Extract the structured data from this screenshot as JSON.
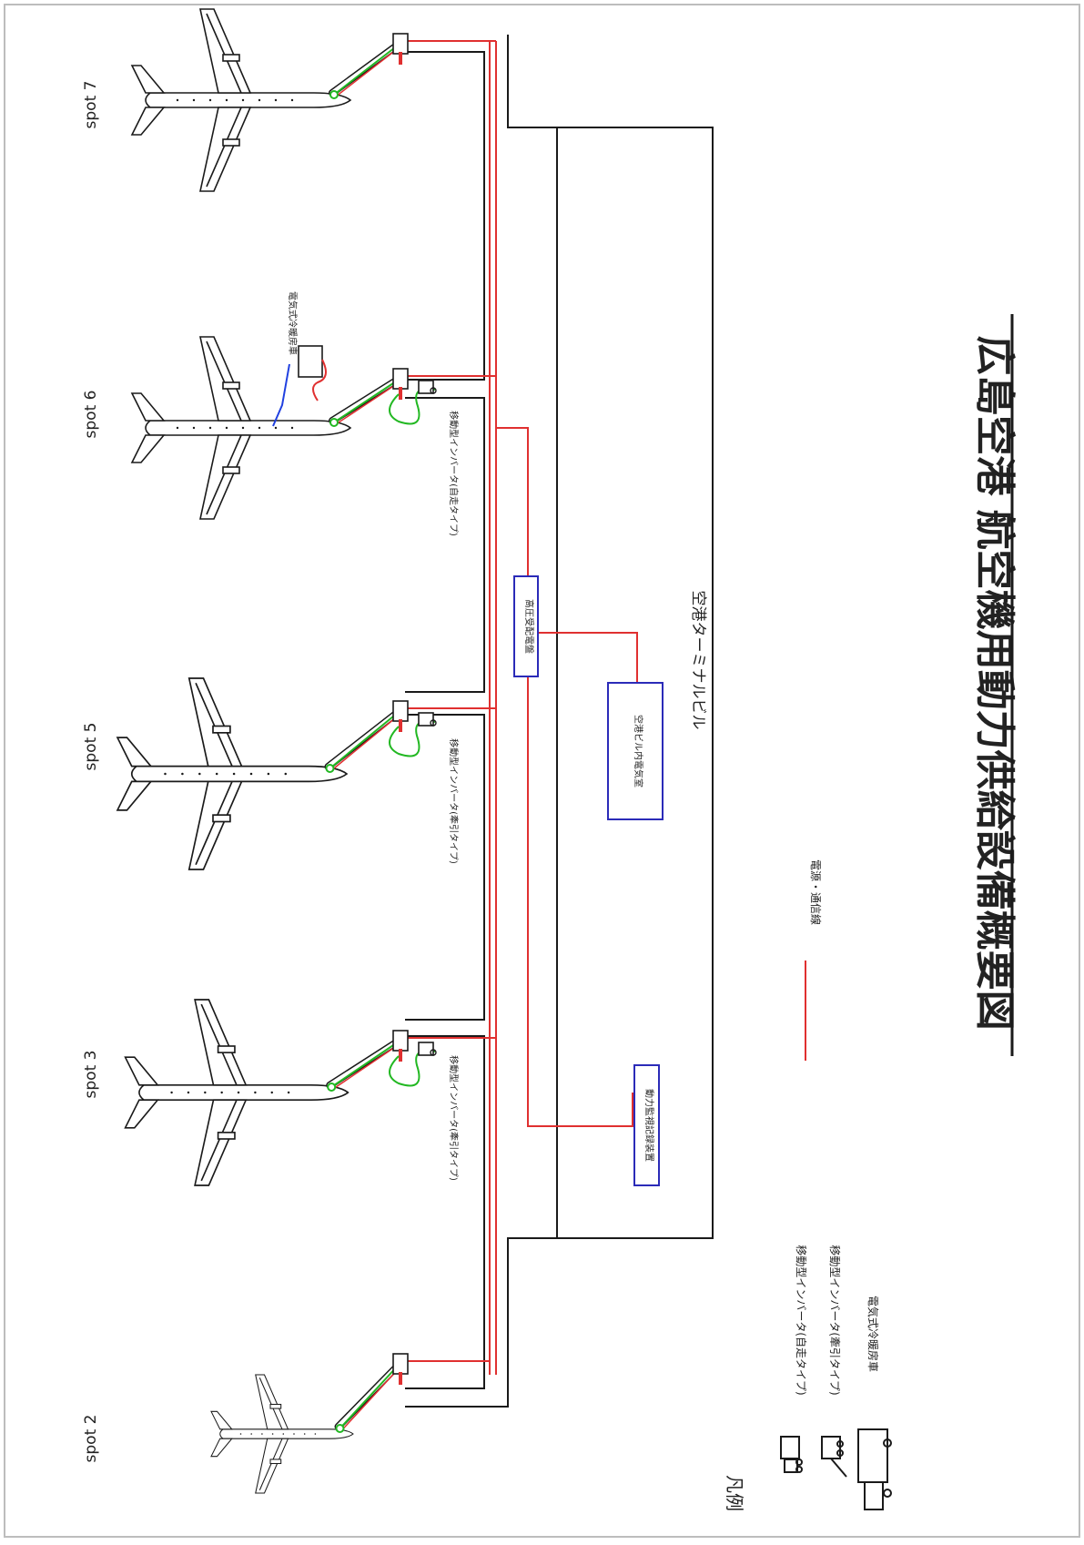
{
  "title": "広島空港 航空機用動力供給設備概要図",
  "spots": [
    {
      "label": "spot 7"
    },
    {
      "label": "spot 6"
    },
    {
      "label": "spot 5"
    },
    {
      "label": "spot 3"
    },
    {
      "label": "spot 2"
    }
  ],
  "labels": {
    "terminal": "空港ターミナルビル",
    "substation": "高圧受配電盤",
    "electrical_room": "空港ビル内電気室",
    "monitor_panel": "動力監視記録装置",
    "cooling_car_spot6": "電気式冷暖房車",
    "inverter_self_spot6": "移動型インバータ(自走タイプ)",
    "inverter_tow_spot5": "移動型インバータ(牽引タイプ)",
    "inverter_tow_spot3": "移動型インバータ(牽引タイプ)"
  },
  "legend": {
    "heading": "凡例",
    "line_label": "電源・通信線",
    "items": [
      {
        "label": "移動型インバータ(自走タイプ)",
        "icon": "self-propelled-inverter-icon"
      },
      {
        "label": "移動型インバータ(牽引タイプ)",
        "icon": "towed-inverter-icon"
      },
      {
        "label": "電気式冷暖房車",
        "icon": "cooling-heating-truck-icon"
      }
    ]
  },
  "colors": {
    "power_line": "#e03030",
    "equipment_box": "#2b2bb8",
    "ground_cable": "#22b822",
    "blue_cable": "#2040e0",
    "structure": "#1a1a1a"
  }
}
